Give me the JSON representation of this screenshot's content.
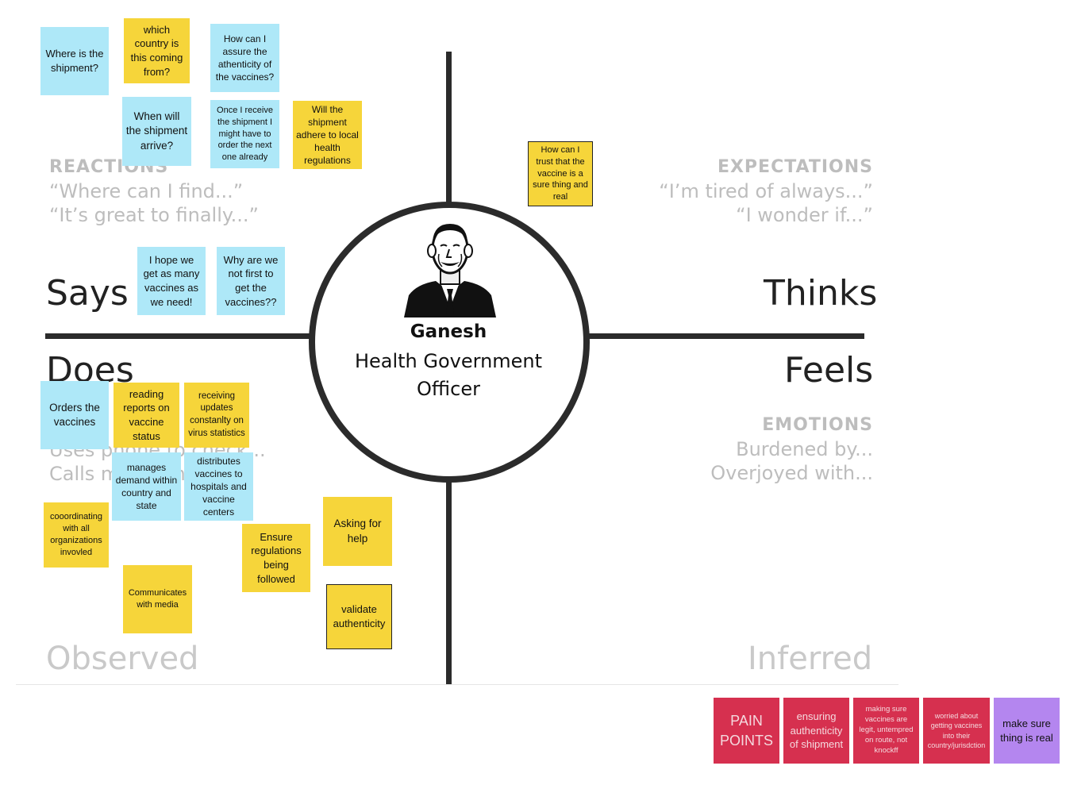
{
  "persona": {
    "name": "Ganesh",
    "role": "Health Government Officer"
  },
  "quadrants": {
    "says": "Says",
    "thinks": "Thinks",
    "does": "Does",
    "feels": "Feels",
    "observed": "Observed",
    "inferred": "Inferred"
  },
  "hints": {
    "reactions_heading": "REACTIONS",
    "reactions_line1": "“Where can I find...”",
    "reactions_line2": "“It’s great to finally...”",
    "expectations_heading": "EXPECTATIONS",
    "expectations_line1": "“I’m tired of always...”",
    "expectations_line2": "“I wonder if...”",
    "does_line1": "Uses phone to check...",
    "does_line2": "Calls m... ...en...",
    "emotions_heading": "EMOTIONS",
    "emotions_line1": "Burdened by...",
    "emotions_line2": "Overjoyed with..."
  },
  "notes": {
    "n1": "Where is the shipment?",
    "n2": "which country is this coming from?",
    "n3": "How can I assure the athenticity of the vaccines?",
    "n4": "When will the shipment arrive?",
    "n5": "Once I receive the shipment I might have to order the next one already",
    "n6": "Will the shipment adhere to local health regulations",
    "n7": "How can I trust that the vaccine is a sure thing and real",
    "n8": "I hope we get as many vaccines as we need!",
    "n9": "Why are we not first to get the vaccines??",
    "n10": "Orders the vaccines",
    "n11": "reading reports on vaccine status",
    "n12": "receiving updates constanlty on virus statistics",
    "n13": "manages demand within country and state",
    "n14": "distributes vaccines to hospitals and vaccine centers",
    "n15": "cooordinating with all organizations invovled",
    "n16": "Ensure regulations being followed",
    "n17": "Asking for help",
    "n18": "Communicates with media",
    "n19": "validate authenticity"
  },
  "pain_points": {
    "title": "PAIN POINTS",
    "p1": "ensuring authenticity of shipment",
    "p2": "making sure vaccines are legit, untempred on route, not knockff",
    "p3": "worried about getting vaccines into their country/jurisdction",
    "p4": "make sure thing is real"
  },
  "colors": {
    "yellow": "#f6d53a",
    "blue": "#aee8f8",
    "red": "#d6304f",
    "purple": "#b486ef",
    "line": "#2b2b2b"
  },
  "icons": {
    "persona": "person-portrait-icon"
  }
}
